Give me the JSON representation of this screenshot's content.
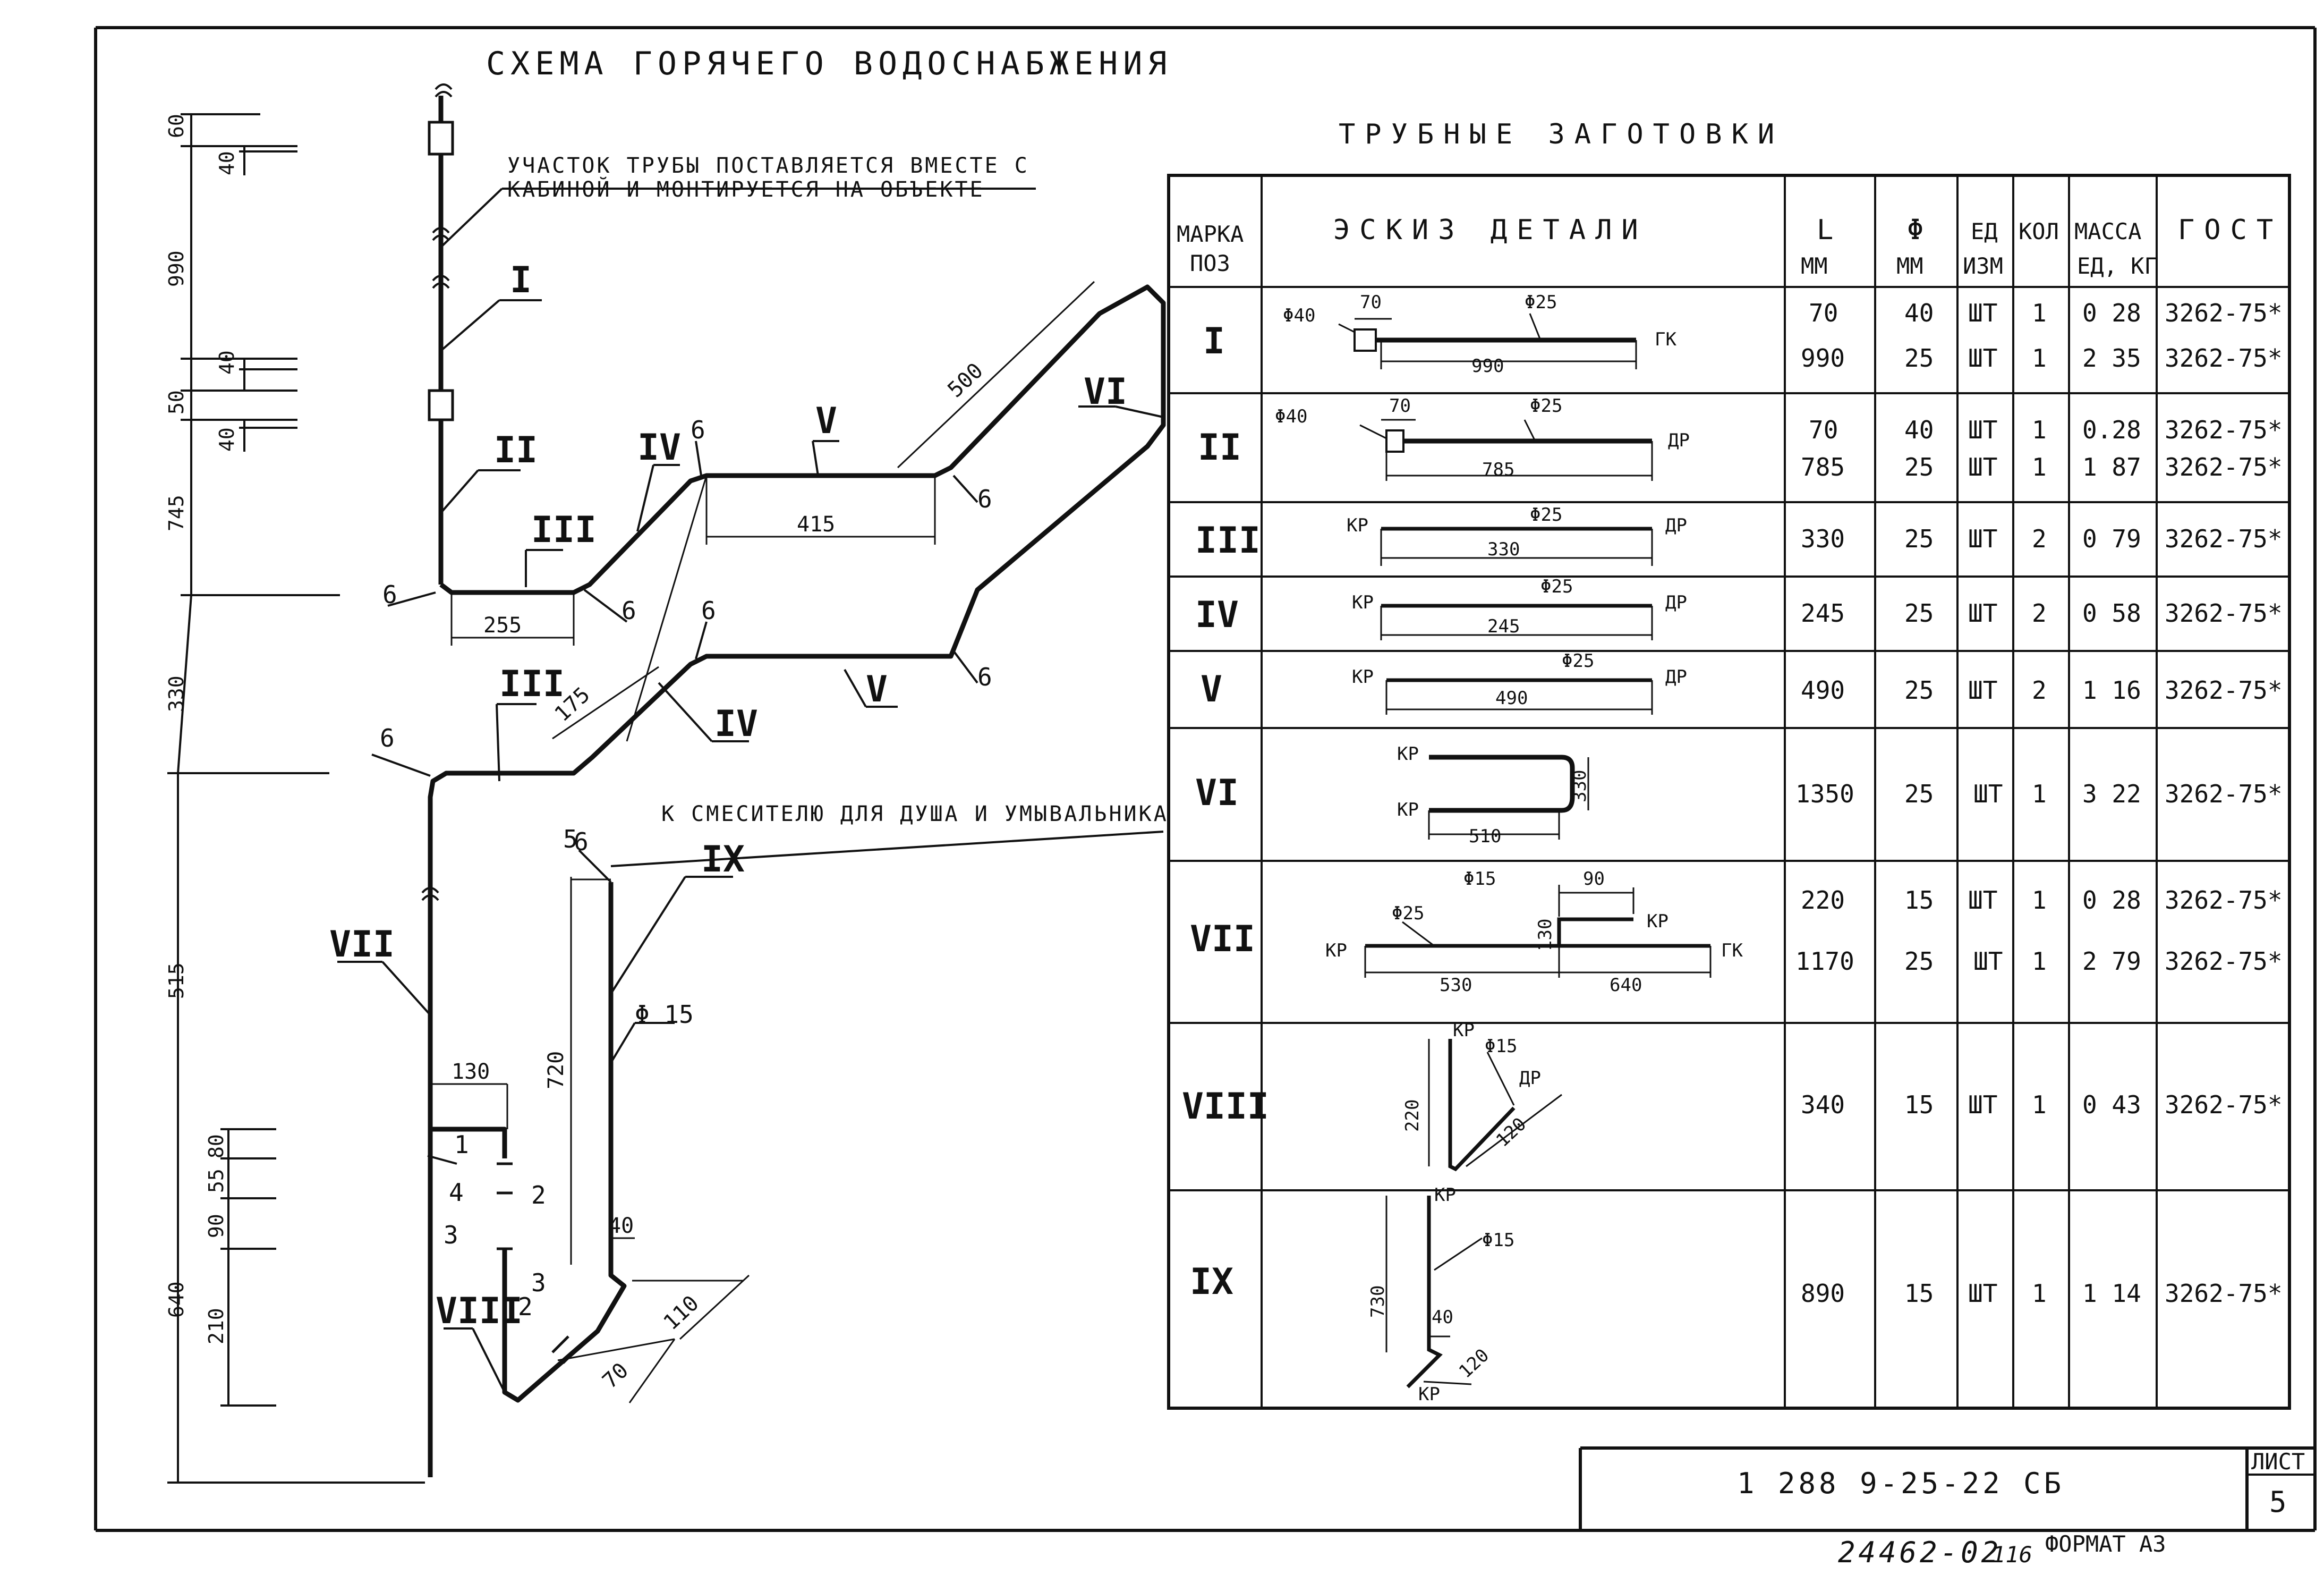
{
  "scheme": {
    "title": "СХЕМА ГОРЯЧЕГО ВОДОСНАБЖЕНИЯ",
    "note_line1": "УЧАСТОК ТРУБЫ ПОСТАВЛЯЕТСЯ ВМЕСТЕ С",
    "note_line2": "КАБИНОЙ И МОНТИРУЕТСЯ НА ОБЪЕКТЕ",
    "mixer_label": "К СМЕСИТЕЛЮ ДЛЯ ДУША И УМЫВАЛЬНИКА",
    "phi15_label": "Φ 15",
    "left_dims": [
      "60",
      "40",
      "990",
      "50",
      "40",
      "40",
      "745",
      "330",
      "515",
      "80",
      "55",
      "90",
      "210",
      "640"
    ],
    "pipe_labels": [
      "I",
      "II",
      "III",
      "IV",
      "V",
      "VI",
      "III",
      "IV",
      "V",
      "VII",
      "VIII",
      "IX"
    ],
    "pipe_dims": [
      "255",
      "415",
      "500",
      "175",
      "130",
      "720",
      "40",
      "110",
      "70"
    ],
    "bend_marks": [
      "6",
      "6",
      "6",
      "6",
      "6",
      "6",
      "6",
      "6"
    ],
    "detail_marks": [
      "1",
      "4",
      "2",
      "3",
      "2",
      "3",
      "5"
    ]
  },
  "table": {
    "title": "ТРУБНЫЕ ЗАГОТОВКИ",
    "headers": {
      "mark1": "МАРКА",
      "mark2": "ПОЗ",
      "sketch": "ЭСКИЗ ДЕТАЛИ",
      "len1": "L",
      "len2": "ММ",
      "dia1": "Φ",
      "dia2": "ММ",
      "unit1": "ЕД",
      "unit2": "ИЗМ",
      "qty": "КОЛ",
      "mass1": "МАССА",
      "mass2": "ЕД, КГ",
      "gost": "ГОСТ"
    },
    "rows": [
      {
        "pos": "I",
        "L": [
          "70",
          "990"
        ],
        "d": [
          "40",
          "25"
        ],
        "u": [
          "ШТ",
          "ШТ"
        ],
        "q": [
          "1",
          "1"
        ],
        "m": [
          "0 28",
          "2 35"
        ],
        "g": [
          "3262-75*",
          "3262-75*"
        ]
      },
      {
        "pos": "II",
        "L": [
          "70",
          "785"
        ],
        "d": [
          "40",
          "25"
        ],
        "u": [
          "ШТ",
          "ШТ"
        ],
        "q": [
          "1",
          "1"
        ],
        "m": [
          "0.28",
          "1 87"
        ],
        "g": [
          "3262-75*",
          "3262-75*"
        ]
      },
      {
        "pos": "III",
        "L": [
          "330"
        ],
        "d": [
          "25"
        ],
        "u": [
          "ШТ"
        ],
        "q": [
          "2"
        ],
        "m": [
          "0 79"
        ],
        "g": [
          "3262-75*"
        ]
      },
      {
        "pos": "IV",
        "L": [
          "245"
        ],
        "d": [
          "25"
        ],
        "u": [
          "ШТ"
        ],
        "q": [
          "2"
        ],
        "m": [
          "0 58"
        ],
        "g": [
          "3262-75*"
        ]
      },
      {
        "pos": "V",
        "L": [
          "490"
        ],
        "d": [
          "25"
        ],
        "u": [
          "ШТ"
        ],
        "q": [
          "2"
        ],
        "m": [
          "1 16"
        ],
        "g": [
          "3262-75*"
        ]
      },
      {
        "pos": "VI",
        "L": [
          "1350"
        ],
        "d": [
          "25"
        ],
        "u": [
          "ШТ"
        ],
        "q": [
          "1"
        ],
        "m": [
          "3 22"
        ],
        "g": [
          "3262-75*"
        ]
      },
      {
        "pos": "VII",
        "L": [
          "220",
          "1170"
        ],
        "d": [
          "15",
          "25"
        ],
        "u": [
          "ШТ",
          "ШТ"
        ],
        "q": [
          "1",
          "1"
        ],
        "m": [
          "0 28",
          "2 79"
        ],
        "g": [
          "3262-75*",
          "3262-75*"
        ]
      },
      {
        "pos": "VIII",
        "L": [
          "340"
        ],
        "d": [
          "15"
        ],
        "u": [
          "ШТ"
        ],
        "q": [
          "1"
        ],
        "m": [
          "0 43"
        ],
        "g": [
          "3262-75*"
        ]
      },
      {
        "pos": "IX",
        "L": [
          "890"
        ],
        "d": [
          "15"
        ],
        "u": [
          "ШТ"
        ],
        "q": [
          "1"
        ],
        "m": [
          "1 14"
        ],
        "g": [
          "3262-75*"
        ]
      }
    ],
    "sketches": {
      "r1": {
        "a": "Φ40",
        "b": "70",
        "c": "Φ25",
        "d": "ГК",
        "e": "990"
      },
      "r2": {
        "a": "Φ40",
        "b": "70",
        "c": "Φ25",
        "d": "ДР",
        "e": "785"
      },
      "r3": {
        "a": "КР",
        "b": "Φ25",
        "c": "ДР",
        "d": "330"
      },
      "r4": {
        "a": "КР",
        "b": "Φ25",
        "c": "ДР",
        "d": "245"
      },
      "r5": {
        "a": "КР",
        "b": "Φ25",
        "c": "ДР",
        "d": "490"
      },
      "r6": {
        "a": "КР",
        "b": "КР",
        "c": "510",
        "d": "330"
      },
      "r7": {
        "a": "Φ15",
        "b": "90",
        "c": "Φ25",
        "d": "КР",
        "e": "130",
        "f": "КР",
        "g": "ГК",
        "h": "530",
        "i": "640"
      },
      "r8": {
        "a": "КР",
        "b": "Φ15",
        "c": "ДР",
        "d": "220",
        "e": "120"
      },
      "r9": {
        "a": "КР",
        "b": "Φ15",
        "c": "730",
        "d": "40",
        "e": "КР",
        "f": "120"
      }
    }
  },
  "stamp": {
    "code": "1 288 9-25-22 СБ",
    "sheet_label": "ЛИСТ",
    "sheet_no": "5",
    "inventory": "24462-02",
    "copy_no": "116",
    "format": "ФОРМАТ А3"
  }
}
